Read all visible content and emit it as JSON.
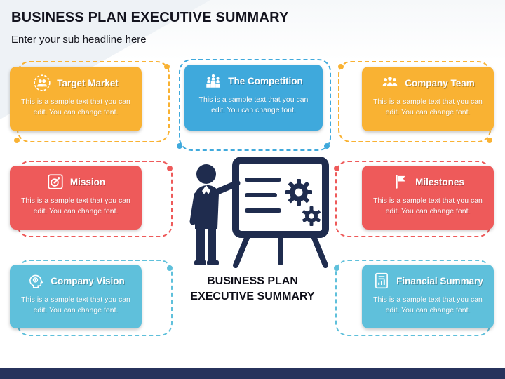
{
  "header": {
    "title": "BUSINESS PLAN EXECUTIVE SUMMARY",
    "subtitle": "Enter your sub headline here"
  },
  "cards": [
    {
      "title": "Target Market",
      "body": "This is a sample text that you can edit. You can change font.",
      "color": "#F9B233",
      "icon": "target-market-icon"
    },
    {
      "title": "The Competition",
      "body": "This is a sample text that you can edit. You can change font.",
      "color": "#3FA9DC",
      "icon": "competition-icon"
    },
    {
      "title": "Company Team",
      "body": "This is a sample text that you can edit. You can change font.",
      "color": "#F9B233",
      "icon": "company-team-icon"
    },
    {
      "title": "Mission",
      "body": "This is a sample text that you can edit. You can change font.",
      "color": "#EE5A5A",
      "icon": "mission-icon"
    },
    {
      "title": "Milestones",
      "body": "This is a sample text that you can edit. You can change font.",
      "color": "#EE5A5A",
      "icon": "milestones-icon"
    },
    {
      "title": "Company Vision",
      "body": "This is a sample text that you can edit. You can change font.",
      "color": "#5FC0DB",
      "icon": "company-vision-icon"
    },
    {
      "title": "Financial Summary",
      "body": "This is a sample text that you can edit. You can change font.",
      "color": "#5FC0DB",
      "icon": "financial-summary-icon"
    }
  ],
  "center": {
    "caption_line1": "BUSINESS PLAN",
    "caption_line2": "EXECUTIVE SUMMARY",
    "figure": "presenter-at-flipchart"
  },
  "colors": {
    "yellow": "#F9B233",
    "blue": "#3FA9DC",
    "red": "#EE5A5A",
    "teal": "#5FC0DB",
    "navy": "#1F2C4E",
    "footer_bar": "#27335C",
    "background": "#FFFFFF"
  }
}
